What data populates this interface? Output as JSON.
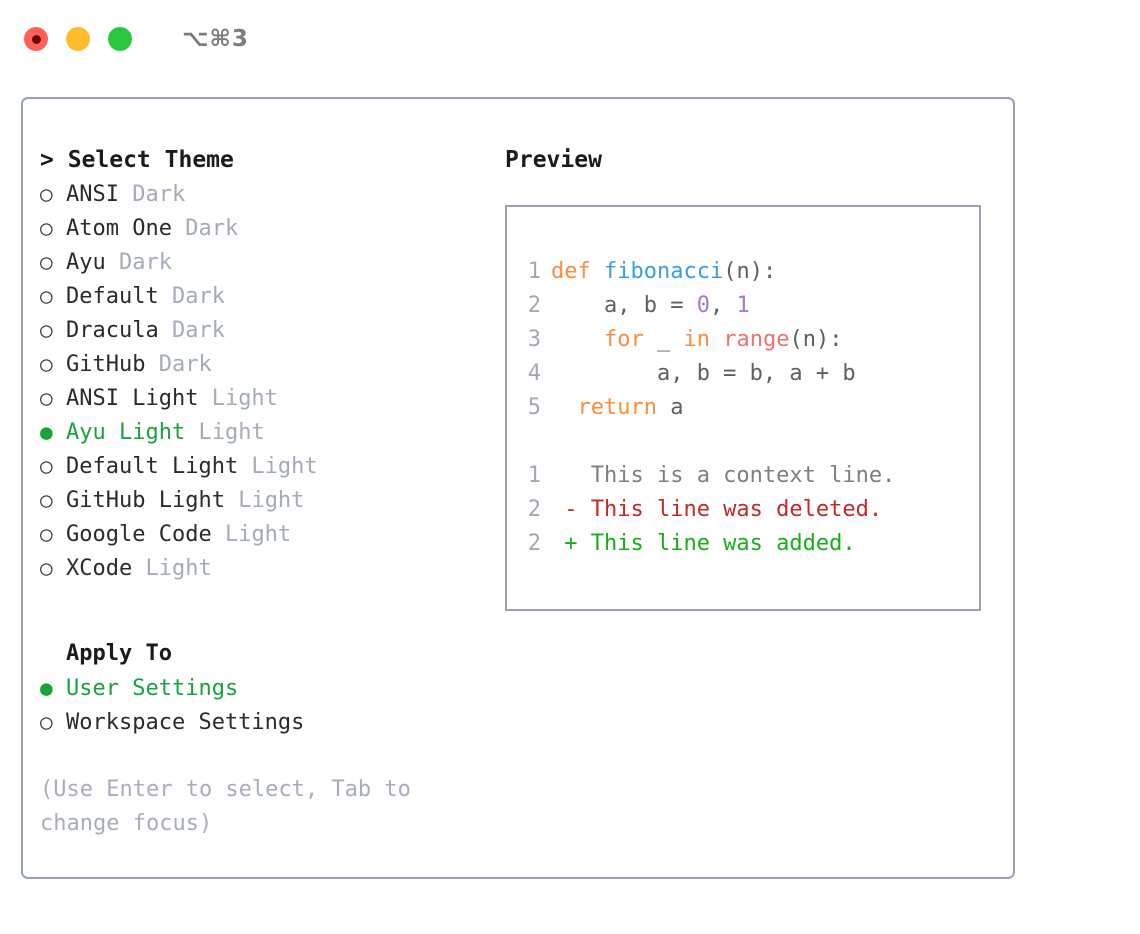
{
  "titlebar": {
    "shortcut": "⌥⌘3",
    "lights": [
      {
        "name": "close",
        "color": "#ff6159"
      },
      {
        "name": "minimize",
        "color": "#ffbd2e"
      },
      {
        "name": "maximize",
        "color": "#2ac840"
      }
    ]
  },
  "theme_picker": {
    "header": "> Select Theme",
    "items": [
      {
        "bullet": "○",
        "label": "ANSI",
        "suffix": "Dark",
        "selected": false
      },
      {
        "bullet": "○",
        "label": "Atom One",
        "suffix": "Dark",
        "selected": false
      },
      {
        "bullet": "○",
        "label": "Ayu",
        "suffix": "Dark",
        "selected": false
      },
      {
        "bullet": "○",
        "label": "Default",
        "suffix": "Dark",
        "selected": false
      },
      {
        "bullet": "○",
        "label": "Dracula",
        "suffix": "Dark",
        "selected": false
      },
      {
        "bullet": "○",
        "label": "GitHub",
        "suffix": "Dark",
        "selected": false
      },
      {
        "bullet": "○",
        "label": "ANSI Light",
        "suffix": "Light",
        "selected": false
      },
      {
        "bullet": "●",
        "label": "Ayu Light",
        "suffix": "Light",
        "selected": true
      },
      {
        "bullet": "○",
        "label": "Default Light",
        "suffix": "Light",
        "selected": false
      },
      {
        "bullet": "○",
        "label": "GitHub Light",
        "suffix": "Light",
        "selected": false
      },
      {
        "bullet": "○",
        "label": "Google Code",
        "suffix": "Light",
        "selected": false
      },
      {
        "bullet": "○",
        "label": "XCode",
        "suffix": "Light",
        "selected": false
      }
    ]
  },
  "apply_to": {
    "header": "Apply To",
    "items": [
      {
        "bullet": "●",
        "label": "User Settings",
        "selected": true
      },
      {
        "bullet": "○",
        "label": "Workspace Settings",
        "selected": false
      }
    ]
  },
  "hint": "(Use Enter to select, Tab to change focus)",
  "preview": {
    "title": "Preview",
    "code_lines": [
      {
        "no": "1",
        "tokens": [
          {
            "t": "def",
            "c": "kw"
          },
          {
            "t": " ",
            "c": "punc"
          },
          {
            "t": "fibonacci",
            "c": "fn"
          },
          {
            "t": "(n):",
            "c": "punc"
          }
        ]
      },
      {
        "no": "2",
        "tokens": [
          {
            "t": "    a, b = ",
            "c": "var"
          },
          {
            "t": "0",
            "c": "num"
          },
          {
            "t": ", ",
            "c": "punc"
          },
          {
            "t": "1",
            "c": "num"
          }
        ]
      },
      {
        "no": "3",
        "tokens": [
          {
            "t": "    ",
            "c": "punc"
          },
          {
            "t": "for",
            "c": "kw"
          },
          {
            "t": " _ ",
            "c": "var"
          },
          {
            "t": "in",
            "c": "kw"
          },
          {
            "t": " ",
            "c": "punc"
          },
          {
            "t": "range",
            "c": "call"
          },
          {
            "t": "(n):",
            "c": "punc"
          }
        ]
      },
      {
        "no": "4",
        "tokens": [
          {
            "t": "        a, b = b, a + b",
            "c": "var"
          }
        ]
      },
      {
        "no": "5",
        "tokens": [
          {
            "t": "  ",
            "c": "punc"
          },
          {
            "t": "return",
            "c": "kw"
          },
          {
            "t": " a",
            "c": "var"
          }
        ]
      }
    ],
    "diff_lines": [
      {
        "no": "1",
        "marker": "  ",
        "text": "This is a context line.",
        "kind": "ctx"
      },
      {
        "no": "2",
        "marker": "- ",
        "text": "This line was deleted.",
        "kind": "del"
      },
      {
        "no": "2",
        "marker": "+ ",
        "text": "This line was added.",
        "kind": "add"
      }
    ]
  },
  "colors": {
    "accent_green": "#19a33c",
    "border": "#98a2b3",
    "muted": "#a4acb9",
    "keyword": "#fa8d3e",
    "function": "#399ee6",
    "number": "#a37acc",
    "call": "#f07171",
    "diff_delete": "#c62828",
    "diff_add": "#16b016"
  }
}
